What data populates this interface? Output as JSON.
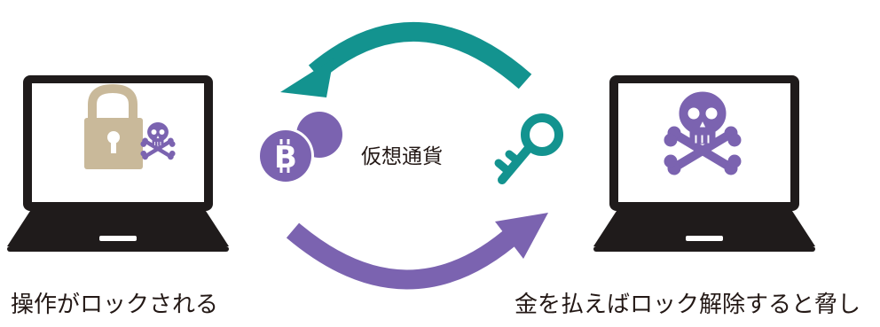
{
  "diagram": {
    "center_label": "仮想通貨",
    "left_caption": "操作がロックされる",
    "right_caption": "金を払えばロック解除すると脅し",
    "coin_symbol": "B",
    "colors": {
      "laptop": "#1f1b1b",
      "screen": "#ffffff",
      "padlock": "#c9b99a",
      "purple": "#7b63b0",
      "teal": "#13938f",
      "text": "#231815"
    },
    "icons": {
      "left_laptop": "laptop-icon",
      "right_laptop": "laptop-icon",
      "padlock": "padlock-icon",
      "skull_small": "skull-crossbones-icon",
      "skull_large": "skull-crossbones-icon",
      "coin": "bitcoin-coin-icon",
      "key": "key-icon",
      "top_arrow": "arrow-left-curved-icon",
      "bottom_arrow": "arrow-right-curved-icon"
    }
  }
}
